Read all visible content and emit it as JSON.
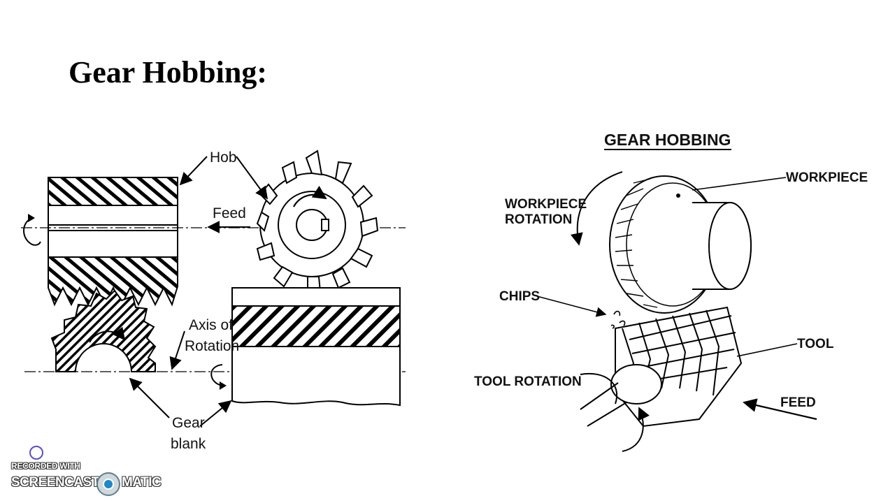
{
  "slide": {
    "title": "Gear Hobbing:"
  },
  "left_diagram": {
    "labels": {
      "hob": "Hob",
      "feed": "Feed",
      "axis_line1": "Axis of",
      "axis_line2": "Rotation",
      "gear_line1": "Gear",
      "gear_line2": "blank"
    }
  },
  "right_diagram": {
    "heading": "GEAR HOBBING",
    "labels": {
      "workpiece": "WORKPIECE",
      "workpiece_rotation_line1": "WORKPIECE",
      "workpiece_rotation_line2": "ROTATION",
      "chips": "CHIPS",
      "tool": "TOOL",
      "tool_rotation": "TOOL ROTATION",
      "feed": "FEED"
    }
  },
  "watermark": {
    "recorded_with": "RECORDED WITH",
    "brand_part1": "SCREENCAST",
    "brand_part2": "MATIC"
  }
}
